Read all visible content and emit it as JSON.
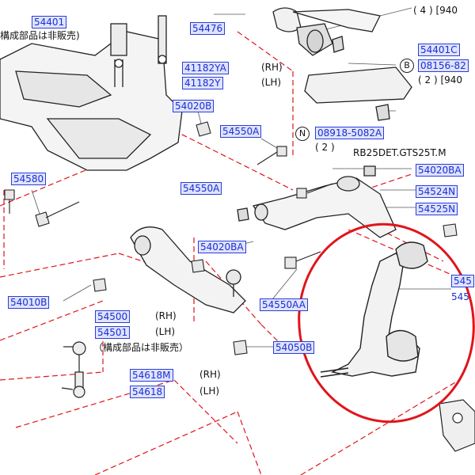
{
  "diagram": {
    "highlight_color": "#e0151b",
    "label_color": "#1b2fd0",
    "labels": {
      "p54401": "54401",
      "p54476": "54476",
      "p41182YA": "41182YA",
      "p41182Y": "41182Y",
      "p54020B": "54020B",
      "p54550A_1": "54550A",
      "p54550A_2": "54550A",
      "p54580": "54580",
      "p54020BA_1": "54020BA",
      "p54020BA_2": "54020BA",
      "p54010B": "54010B",
      "p54500": "54500",
      "p54501": "54501",
      "p54550AA": "54550AA",
      "p54050B": "54050B",
      "p54618M": "54618M",
      "p54618": "54618",
      "p54401C": "54401C",
      "p08156": "08156-82",
      "p08918": "08918-5082A",
      "p54524N": "54524N",
      "p54525N": "54525N",
      "p545a": "545",
      "p545b": "545"
    },
    "texts": {
      "rh1": "(RH)",
      "lh1": "(LH)",
      "rh2": "(RH)",
      "lh2": "(LH)",
      "rh3": "(RH)",
      "lh3": "(LH)",
      "note_top": "構成部品は非販売)",
      "note_mid": "（構成部品は非販売）",
      "qty_top": "( 4 ) [940",
      "qty_b": "( 2 ) [940",
      "qty_n": "( 2 )",
      "engine": "RB25DET.GTS25T.M",
      "callout_b": "B",
      "callout_n": "N"
    }
  }
}
